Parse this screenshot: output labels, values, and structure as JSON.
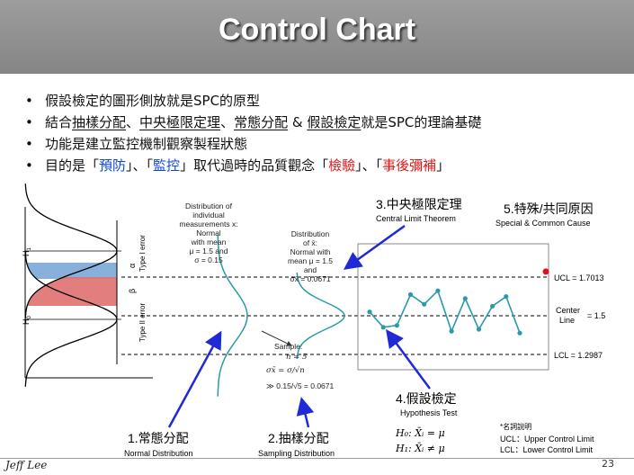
{
  "title": "Control Chart",
  "bullets": [
    {
      "parts": [
        {
          "text": "假設檢定的圖形側放就是SPC的原型"
        }
      ]
    },
    {
      "parts": [
        {
          "text": "結合"
        },
        {
          "text": "抽樣分配",
          "style": "u"
        },
        {
          "text": "、"
        },
        {
          "text": "中央極限定理",
          "style": "u"
        },
        {
          "text": "、"
        },
        {
          "text": "常態分配",
          "style": "u"
        },
        {
          "text": " & "
        },
        {
          "text": "假設檢定",
          "style": "u"
        },
        {
          "text": "就是SPC的理論基礎"
        }
      ]
    },
    {
      "parts": [
        {
          "text": "功能是建立監控機制觀察製程狀態"
        }
      ]
    },
    {
      "parts": [
        {
          "text": "目的是「"
        },
        {
          "text": "預防",
          "style": "blue"
        },
        {
          "text": "」、「"
        },
        {
          "text": "監控",
          "style": "blue"
        },
        {
          "text": "」取代過時的品質觀念「"
        },
        {
          "text": "檢驗",
          "style": "red"
        },
        {
          "text": "」、「"
        },
        {
          "text": "事後彌補",
          "style": "red"
        },
        {
          "text": "」"
        }
      ]
    }
  ],
  "hypothesis_labels": {
    "h1": "H",
    "h1_sub": "1",
    "h0": "H",
    "h0_sub": "0",
    "alpha": "α",
    "type1": "Type I error",
    "beta": "β",
    "type2": "Type II error"
  },
  "individual_dist": {
    "lines": [
      "Distribution of",
      "individual",
      "measurements x:",
      "Normal",
      "with mean",
      "μ = 1.5 and",
      "σ = 0.15"
    ]
  },
  "sampling_dist": {
    "lines": [
      "Distribution",
      "of x̄:",
      "Normal with",
      "mean μ = 1.5",
      "and",
      "σx̄ = 0.0671"
    ]
  },
  "sample_note": {
    "line1": "Sample:",
    "line2": "n = 5",
    "line3": "σx̄ = σ/√n",
    "line4": "≫ 0.15/√5 = 0.0671"
  },
  "control_lines": {
    "ucl": "UCL = 1.7013",
    "center1": "Center",
    "center2": "Line",
    "center_val": "= 1.5",
    "lcl": "LCL = 1.2987"
  },
  "annotations": {
    "clt_zh": "3.中央極限定理",
    "clt_en": "Central Limit Theorem",
    "cause_zh": "5.特殊/共同原因",
    "cause_en": "Special & Common Cause",
    "normal_zh": "1.常態分配",
    "normal_en": "Normal Distribution",
    "sampling_zh": "2.抽樣分配",
    "sampling_en": "Sampling Distribution",
    "hyp_zh": "4.假設檢定",
    "hyp_en": "Hypothesis Test"
  },
  "hypotheses": {
    "h0": "H₀: X̄ᵢ = μ",
    "h1": "H₁: X̄ᵢ ≠ μ"
  },
  "glossary": {
    "title": "*名詞說明",
    "ucl": "UCL：Upper Control Limit",
    "lcl": "LCL：Lower Control Limit"
  },
  "chart_data": {
    "type": "line",
    "ucl": 1.7013,
    "center": 1.5,
    "lcl": 1.2987,
    "values": [
      1.52,
      1.44,
      1.45,
      1.61,
      1.56,
      1.63,
      1.42,
      1.59,
      1.43,
      1.55,
      1.6,
      1.41
    ],
    "special_cause_point": 1.73,
    "colors": {
      "line": "#2a9aa5",
      "point": "#2a9aa5",
      "special": "#e3101c",
      "arrow": "#1f2ad6",
      "alpha_fill": "#7aa7d6",
      "beta_fill": "#e07070"
    }
  },
  "footer": {
    "signature": "Jeff Lee",
    "page": "23"
  }
}
